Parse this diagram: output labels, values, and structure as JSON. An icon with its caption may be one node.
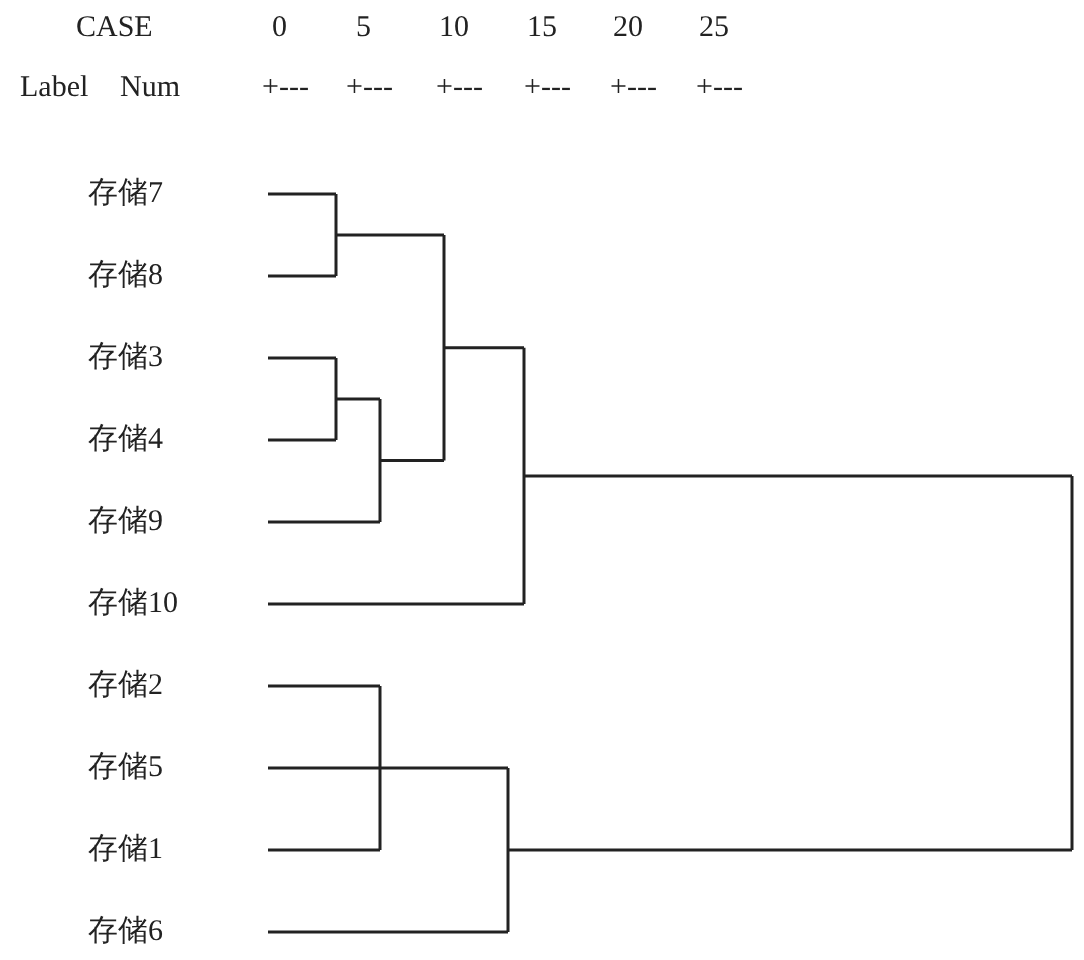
{
  "diagram": {
    "labels": [
      "CASE",
      "0",
      "5",
      "10",
      "15",
      "20",
      "25",
      "Label",
      "Num",
      "+---",
      "+---",
      "+---",
      "+---",
      "+---",
      "+---",
      "存储7",
      "存储8",
      "存储3",
      "存储4",
      "存储9",
      "存储10",
      "存储2",
      "存储5",
      "存储1",
      "存储6"
    ]
  }
}
